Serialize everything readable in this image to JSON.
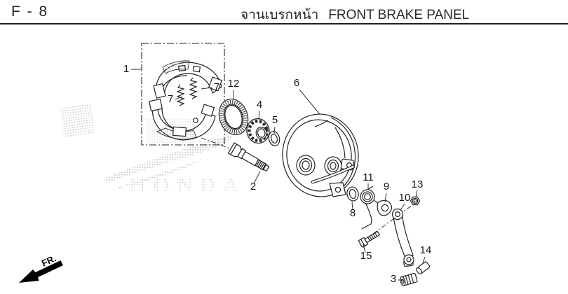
{
  "header": {
    "code": "F - 8",
    "title_thai": "จานเบรกหน้า",
    "title_en": "FRONT BRAKE PANEL"
  },
  "watermark": {
    "brand": "HONDA"
  },
  "direction": {
    "label": "FR."
  },
  "callouts": [
    {
      "label": "1"
    },
    {
      "label": "7"
    },
    {
      "label": "7"
    },
    {
      "label": "12"
    },
    {
      "label": "4"
    },
    {
      "label": "5"
    },
    {
      "label": "6"
    },
    {
      "label": "2"
    },
    {
      "label": "8"
    },
    {
      "label": "11"
    },
    {
      "label": "9"
    },
    {
      "label": "13"
    },
    {
      "label": "10"
    },
    {
      "label": "15"
    },
    {
      "label": "14"
    },
    {
      "label": "3"
    }
  ]
}
